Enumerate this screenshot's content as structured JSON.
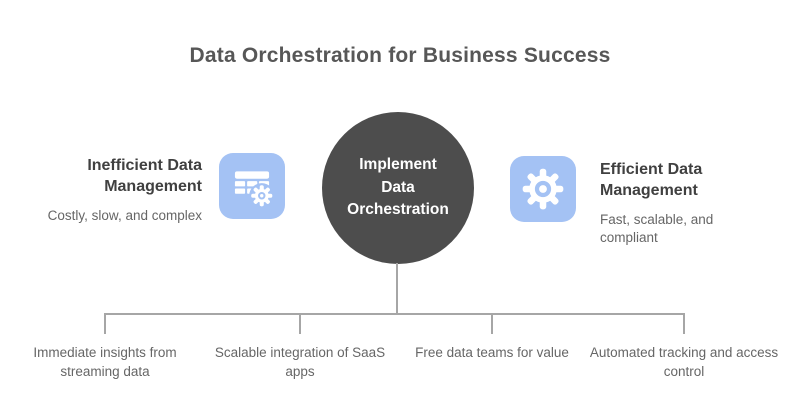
{
  "title": "Data Orchestration for Business Success",
  "center_node": {
    "label": "Implement Data Orchestration"
  },
  "left_node": {
    "heading": "Inefficient Data Management",
    "description": "Costly, slow, and complex",
    "icon": "table-gear-icon"
  },
  "right_node": {
    "heading": "Efficient Data Management",
    "description": "Fast, scalable, and compliant",
    "icon": "gear-icon"
  },
  "outcomes": [
    {
      "label": "Immediate insights from streaming data"
    },
    {
      "label": "Scalable integration of SaaS apps"
    },
    {
      "label": "Free data teams for value"
    },
    {
      "label": "Automated tracking and access control"
    }
  ],
  "colors": {
    "icon_tile_blue": "#a4c2f4",
    "circle_dark": "#4d4d4d",
    "connector_gray": "#a6a6a6",
    "title_gray": "#575757",
    "heading_gray": "#404040",
    "body_gray": "#666666",
    "glyph_white": "#ffffff"
  }
}
